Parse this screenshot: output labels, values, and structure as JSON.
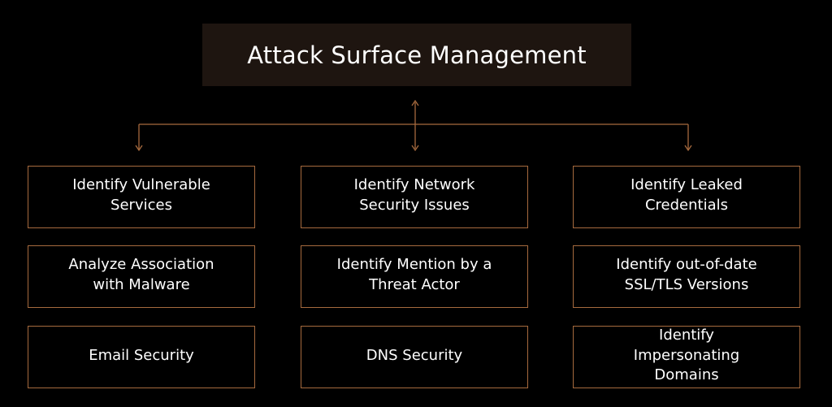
{
  "diagram": {
    "title": "Attack Surface Management",
    "colors": {
      "background": "#000000",
      "title_box": "#1e1510",
      "accent": "#a66a3e",
      "text": "#ffffff"
    },
    "columns": [
      {
        "nodes": [
          "Identify Vulnerable Services",
          "Analyze Association with Malware",
          "Email Security"
        ]
      },
      {
        "nodes": [
          "Identify Network Security Issues",
          "Identify Mention by a Threat Actor",
          "DNS Security"
        ]
      },
      {
        "nodes": [
          "Identify Leaked Credentials",
          "Identify out-of-date SSL/TLS Versions",
          "Identify Impersonating Domains"
        ]
      }
    ]
  }
}
